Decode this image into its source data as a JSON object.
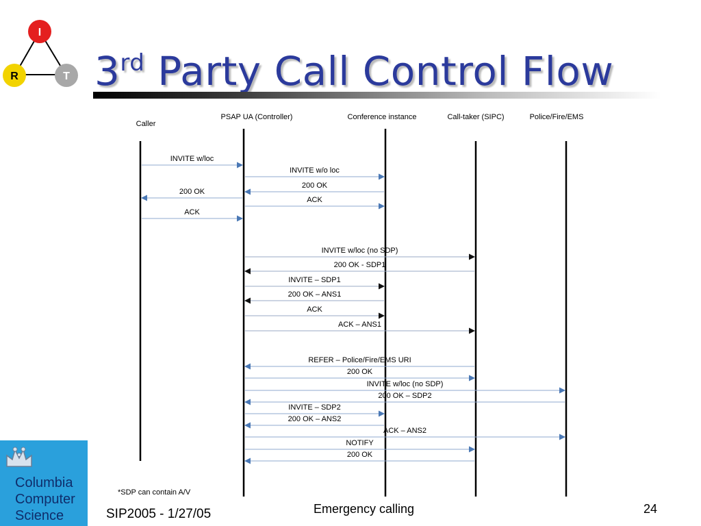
{
  "logo": {
    "top": "I",
    "left": "R",
    "right": "T"
  },
  "title": {
    "main_prefix": "3",
    "superscript": "rd",
    "main_suffix": " Party Call Control Flow"
  },
  "lanes": [
    {
      "id": "caller",
      "label": "Caller"
    },
    {
      "id": "psap",
      "label": "PSAP UA (Controller)"
    },
    {
      "id": "conf",
      "label": "Conference instance"
    },
    {
      "id": "taker",
      "label": "Call-taker (SIPC)"
    },
    {
      "id": "police",
      "label": "Police/Fire/EMS"
    }
  ],
  "messages": [
    {
      "from": "caller",
      "to": "psap",
      "label": "INVITE w/loc",
      "style": "blue"
    },
    {
      "from": "psap",
      "to": "conf",
      "label": "INVITE w/o loc",
      "style": "blue"
    },
    {
      "from": "conf",
      "to": "psap",
      "label": "200 OK",
      "style": "blue"
    },
    {
      "from": "psap",
      "to": "caller",
      "label": "200 OK",
      "style": "blue"
    },
    {
      "from": "psap",
      "to": "conf",
      "label": "ACK",
      "style": "blue"
    },
    {
      "from": "caller",
      "to": "psap",
      "label": "ACK",
      "style": "blue"
    },
    {
      "from": "psap",
      "to": "taker",
      "label": "INVITE w/loc (no SDP)",
      "style": "black"
    },
    {
      "from": "taker",
      "to": "psap",
      "label": "200 OK - SDP1",
      "style": "black"
    },
    {
      "from": "psap",
      "to": "conf",
      "label": "INVITE – SDP1",
      "style": "black"
    },
    {
      "from": "conf",
      "to": "psap",
      "label": "200 OK – ANS1",
      "style": "black"
    },
    {
      "from": "psap",
      "to": "conf",
      "label": "ACK",
      "style": "black"
    },
    {
      "from": "psap",
      "to": "taker",
      "label": "ACK – ANS1",
      "style": "black"
    },
    {
      "from": "taker",
      "to": "psap",
      "label": "REFER – Police/Fire/EMS URI",
      "style": "blue"
    },
    {
      "from": "psap",
      "to": "taker",
      "label": "200 OK",
      "style": "blue"
    },
    {
      "from": "psap",
      "to": "police",
      "label": "INVITE w/loc (no SDP)",
      "style": "blue"
    },
    {
      "from": "police",
      "to": "psap",
      "label": "200 OK – SDP2",
      "style": "blue"
    },
    {
      "from": "psap",
      "to": "conf",
      "label": "INVITE – SDP2",
      "style": "blue"
    },
    {
      "from": "conf",
      "to": "psap",
      "label": "200 OK – ANS2",
      "style": "blue"
    },
    {
      "from": "psap",
      "to": "police",
      "label": "ACK – ANS2",
      "style": "blue"
    },
    {
      "from": "psap",
      "to": "taker",
      "label": "NOTIFY",
      "style": "blue"
    },
    {
      "from": "taker",
      "to": "psap",
      "label": "200 OK",
      "style": "blue"
    }
  ],
  "note": "*SDP can contain A/V",
  "footer": {
    "left": "SIP2005 - 1/27/05",
    "center": "Emergency calling",
    "page": "24"
  },
  "org_logo": {
    "line1": "Columbia",
    "line2": "Computer",
    "line3": "Science"
  },
  "colors": {
    "title": "#2b3a9c",
    "arrow_blue": "#8fa8cf",
    "arrowhead_blue": "#4a78b5",
    "arrow_black": "#1a1a1a",
    "logo_bg": "#2aa0dc",
    "node_i": "#e41f1f",
    "node_r": "#f2d300",
    "node_t": "#a8a8a8"
  }
}
